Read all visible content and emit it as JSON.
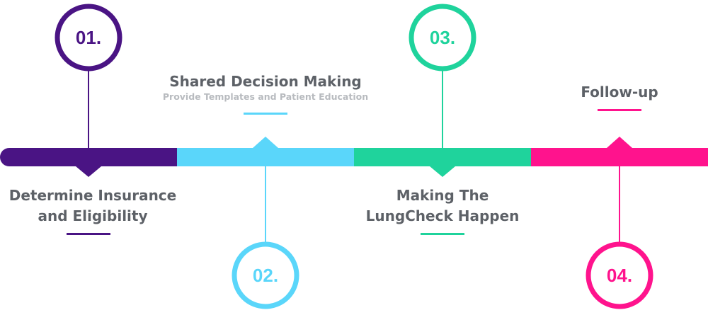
{
  "stages": [
    {
      "number": "01.",
      "title_line1": "Determine Insurance",
      "title_line2": "and Eligibility",
      "color": "#4a1484"
    },
    {
      "number": "02.",
      "title_line1": "Shared Decision Making",
      "subtitle": "Provide Templates and Patient Education",
      "color": "#5ad6fa"
    },
    {
      "number": "03.",
      "title_line1": "Making The",
      "title_line2": "LungCheck Happen",
      "color": "#1fd39c"
    },
    {
      "number": "04.",
      "title_line1": "Follow-up",
      "color": "#ff138d"
    }
  ]
}
